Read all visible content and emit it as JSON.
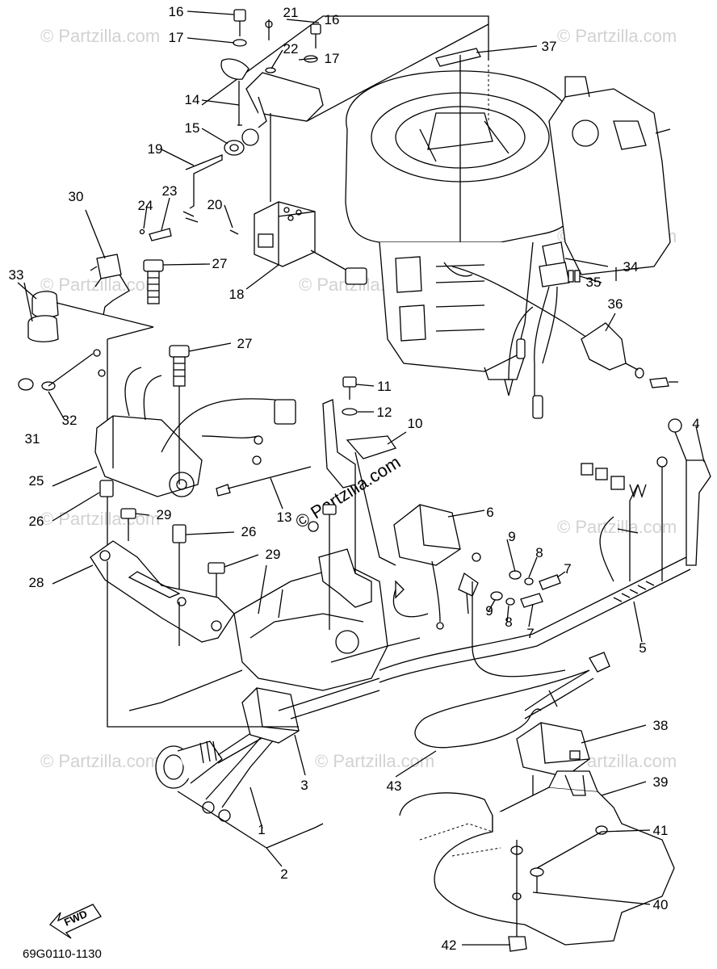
{
  "diagram": {
    "code": "69G0110-1130",
    "fwd_label": "FWD",
    "watermark": "© Partzilla.com",
    "callouts": [
      {
        "id": "c1",
        "text": "1"
      },
      {
        "id": "c2",
        "text": "2"
      },
      {
        "id": "c3",
        "text": "3"
      },
      {
        "id": "c4",
        "text": "4"
      },
      {
        "id": "c5",
        "text": "5"
      },
      {
        "id": "c6",
        "text": "6"
      },
      {
        "id": "c7a",
        "text": "7"
      },
      {
        "id": "c7b",
        "text": "7"
      },
      {
        "id": "c8a",
        "text": "8"
      },
      {
        "id": "c8b",
        "text": "8"
      },
      {
        "id": "c9a",
        "text": "9"
      },
      {
        "id": "c9b",
        "text": "9"
      },
      {
        "id": "c10",
        "text": "10"
      },
      {
        "id": "c11",
        "text": "11"
      },
      {
        "id": "c12",
        "text": "12"
      },
      {
        "id": "c13",
        "text": "13"
      },
      {
        "id": "c14",
        "text": "14"
      },
      {
        "id": "c15",
        "text": "15"
      },
      {
        "id": "c16a",
        "text": "16"
      },
      {
        "id": "c16b",
        "text": "16"
      },
      {
        "id": "c17a",
        "text": "17"
      },
      {
        "id": "c17b",
        "text": "17"
      },
      {
        "id": "c18",
        "text": "18"
      },
      {
        "id": "c19",
        "text": "19"
      },
      {
        "id": "c20",
        "text": "20"
      },
      {
        "id": "c21",
        "text": "21"
      },
      {
        "id": "c22",
        "text": "22"
      },
      {
        "id": "c23",
        "text": "23"
      },
      {
        "id": "c24",
        "text": "24"
      },
      {
        "id": "c25",
        "text": "25"
      },
      {
        "id": "c26a",
        "text": "26"
      },
      {
        "id": "c26b",
        "text": "26"
      },
      {
        "id": "c27a",
        "text": "27"
      },
      {
        "id": "c27b",
        "text": "27"
      },
      {
        "id": "c28",
        "text": "28"
      },
      {
        "id": "c29a",
        "text": "29"
      },
      {
        "id": "c29b",
        "text": "29"
      },
      {
        "id": "c30",
        "text": "30"
      },
      {
        "id": "c31",
        "text": "31"
      },
      {
        "id": "c32",
        "text": "32"
      },
      {
        "id": "c33",
        "text": "33"
      },
      {
        "id": "c34",
        "text": "34"
      },
      {
        "id": "c35",
        "text": "35"
      },
      {
        "id": "c36",
        "text": "36"
      },
      {
        "id": "c37",
        "text": "37"
      },
      {
        "id": "c38",
        "text": "38"
      },
      {
        "id": "c39",
        "text": "39"
      },
      {
        "id": "c40",
        "text": "40"
      },
      {
        "id": "c41",
        "text": "41"
      },
      {
        "id": "c42",
        "text": "42"
      },
      {
        "id": "c43",
        "text": "43"
      }
    ]
  }
}
